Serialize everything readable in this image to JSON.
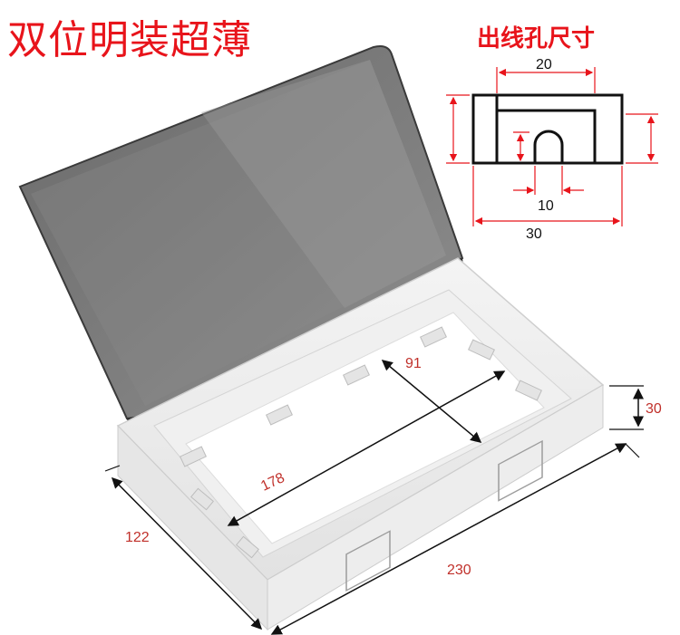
{
  "title": "双位明装超薄",
  "detail_title": "出线孔尺寸",
  "detail_dims": {
    "top": "20",
    "slot": "10",
    "overall": "30"
  },
  "box_dims": {
    "inner_width": "91",
    "inner_length": "178",
    "depth": "122",
    "length": "230",
    "height": "30"
  },
  "colors": {
    "dimension_text": "#c0302a",
    "title": "#e8141b",
    "detail_lines": "#e8141b"
  }
}
